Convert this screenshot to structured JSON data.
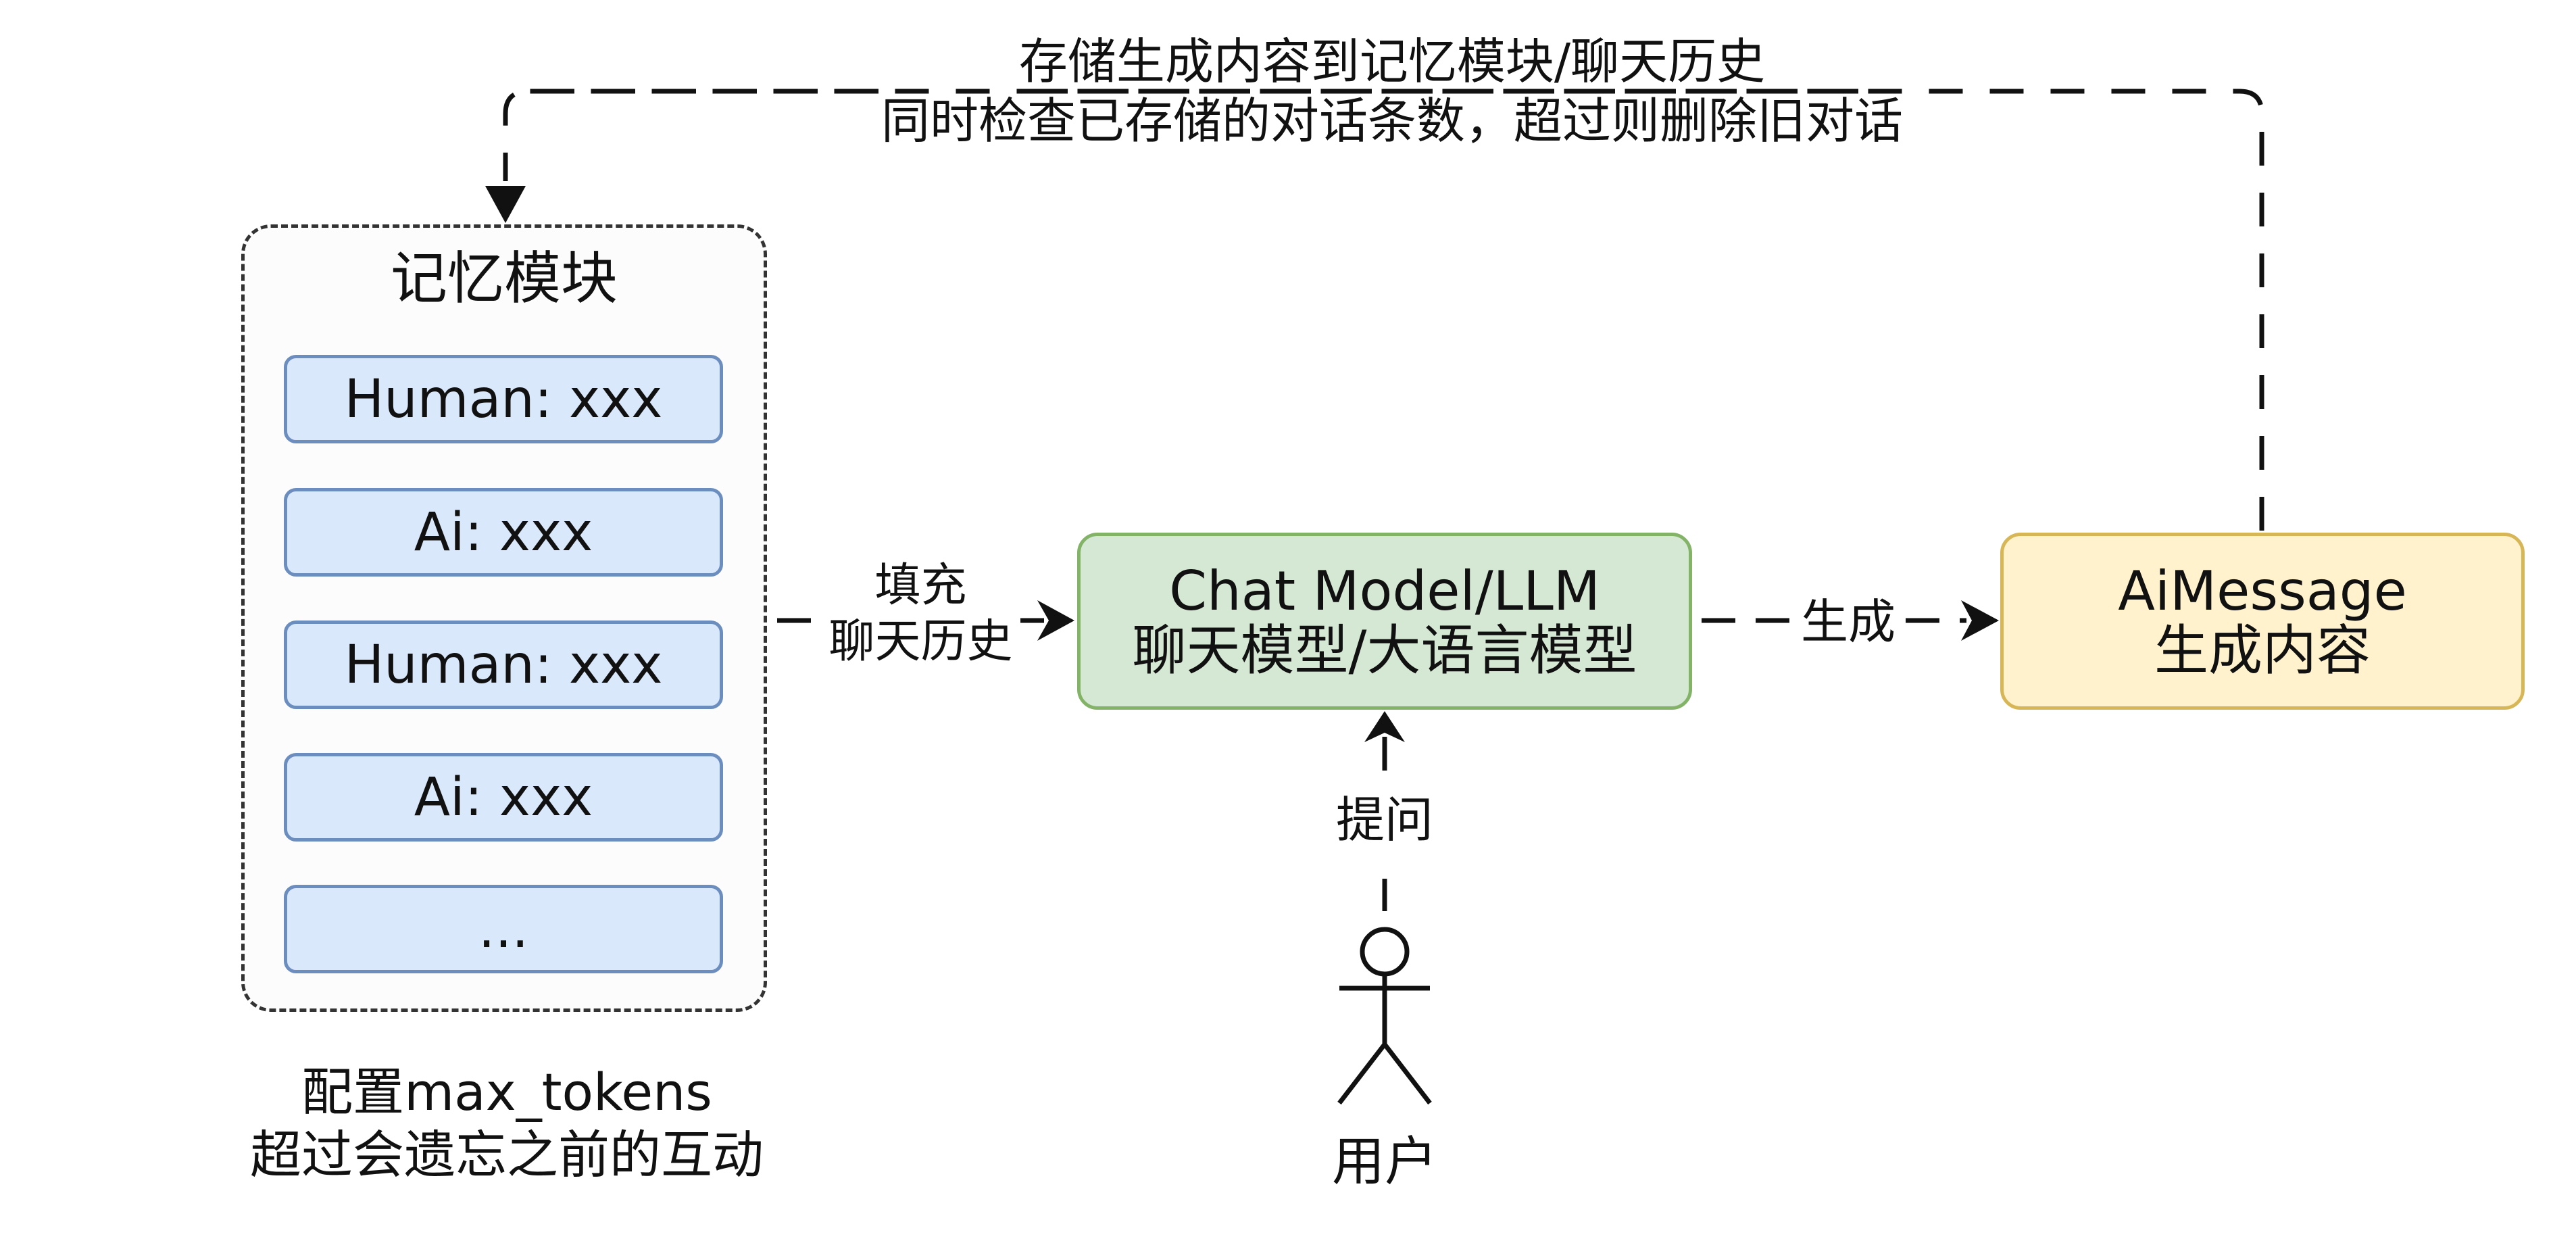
{
  "top_note": {
    "line1": "存储生成内容到记忆模块/聊天历史",
    "line2": "同时检查已存储的对话条数，超过则删除旧对话"
  },
  "memory": {
    "title": "记忆模块",
    "items": [
      "Human: xxx",
      "Ai: xxx",
      "Human: xxx",
      "Ai: xxx",
      "..."
    ],
    "footnote_line1": "配置max_tokens",
    "footnote_line2": "超过会遗忘之前的互动"
  },
  "fill_label": {
    "line1": "填充",
    "line2": "聊天历史"
  },
  "chat_model": {
    "line1": "Chat Model/LLM",
    "line2": "聊天模型/大语言模型"
  },
  "generate_label": "生成",
  "ai_message": {
    "line1": "AiMessage",
    "line2": "生成内容"
  },
  "ask_label": "提问",
  "user_label": "用户",
  "colors": {
    "memory_item_fill": "#dae8fc",
    "memory_item_border": "#6c8ebf",
    "model_fill": "#d5e8d4",
    "model_border": "#82b366",
    "ai_fill": "#fff2cc",
    "ai_border": "#d6b656"
  }
}
